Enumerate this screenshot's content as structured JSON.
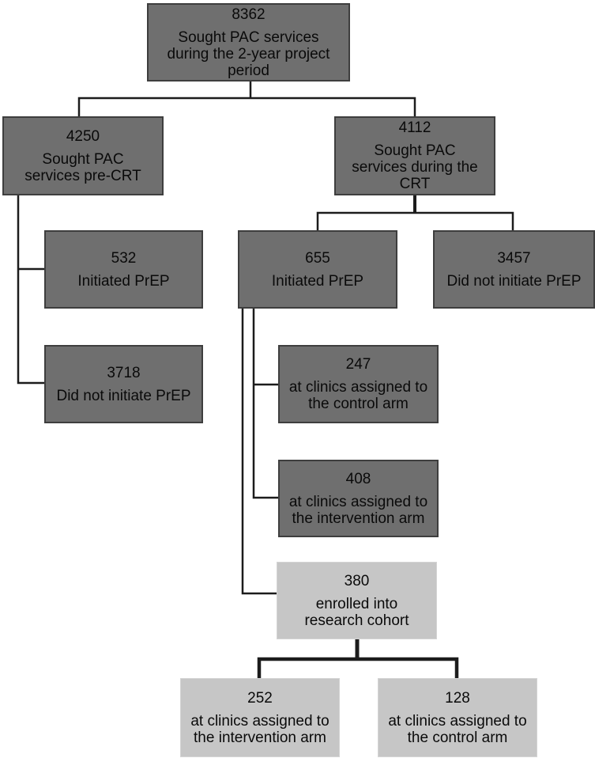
{
  "diagram": {
    "type": "flowchart",
    "description": "Participant flow of PAC clients and PrEP initiation before and during the CRT"
  },
  "colors": {
    "dark_box_fill": "#6f6f6f",
    "dark_box_border": "#3e3e3e",
    "light_box_fill": "#c6c6c6",
    "light_box_border": "#d4d4d4",
    "connector_line": "#1c1c1c",
    "text": "#0a0a0a",
    "background": "#ffffff"
  },
  "nodes": {
    "total": {
      "value": "8362",
      "label": "Sought PAC services\nduring the 2-year project\nperiod"
    },
    "pre_crt": {
      "value": "4250",
      "label": "Sought PAC\nservices pre-CRT"
    },
    "during_crt": {
      "value": "4112",
      "label": "Sought PAC\nservices during the\nCRT"
    },
    "initiated_pre": {
      "value": "532",
      "label": "Initiated PrEP"
    },
    "not_initiated_pre": {
      "value": "3718",
      "label": "Did not initiate PrEP"
    },
    "initiated_crt": {
      "value": "655",
      "label": "Initiated PrEP"
    },
    "not_initiated_crt": {
      "value": "3457",
      "label": "Did not initiate PrEP"
    },
    "crt_control": {
      "value": "247",
      "label": "at clinics assigned to\nthe control arm"
    },
    "crt_intervention": {
      "value": "408",
      "label": "at clinics assigned to\nthe intervention arm"
    },
    "enrolled": {
      "value": "380",
      "label": "enrolled into\nresearch cohort"
    },
    "cohort_intervention": {
      "value": "252",
      "label": "at clinics assigned to\nthe intervention arm"
    },
    "cohort_control": {
      "value": "128",
      "label": "at clinics assigned to\nthe control arm"
    }
  }
}
